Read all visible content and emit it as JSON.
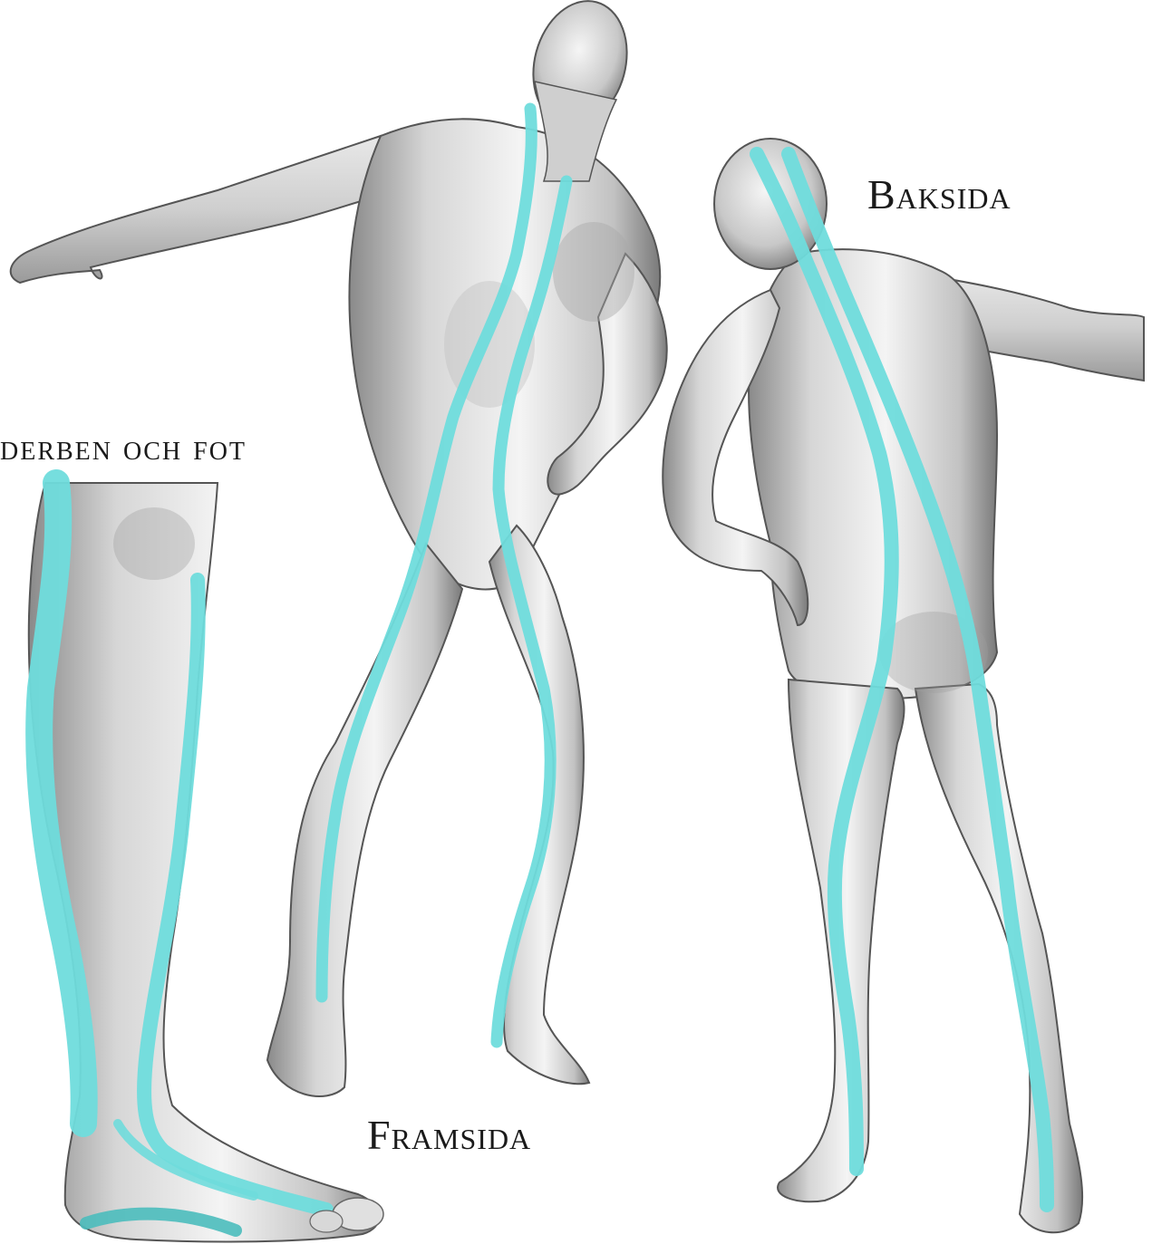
{
  "labels": {
    "back": "Baksida",
    "front": "Framsida",
    "leg": "derben och fot"
  },
  "colors": {
    "meridian": "#6fdcdc",
    "meridian_edge": "#4bbdbd",
    "skin_light": "#f2f2f2",
    "skin_mid": "#c9c9c9",
    "skin_dark": "#7d7d7d"
  },
  "figures": [
    "front-view-figure",
    "back-view-figure",
    "leg-closeup-figure"
  ]
}
